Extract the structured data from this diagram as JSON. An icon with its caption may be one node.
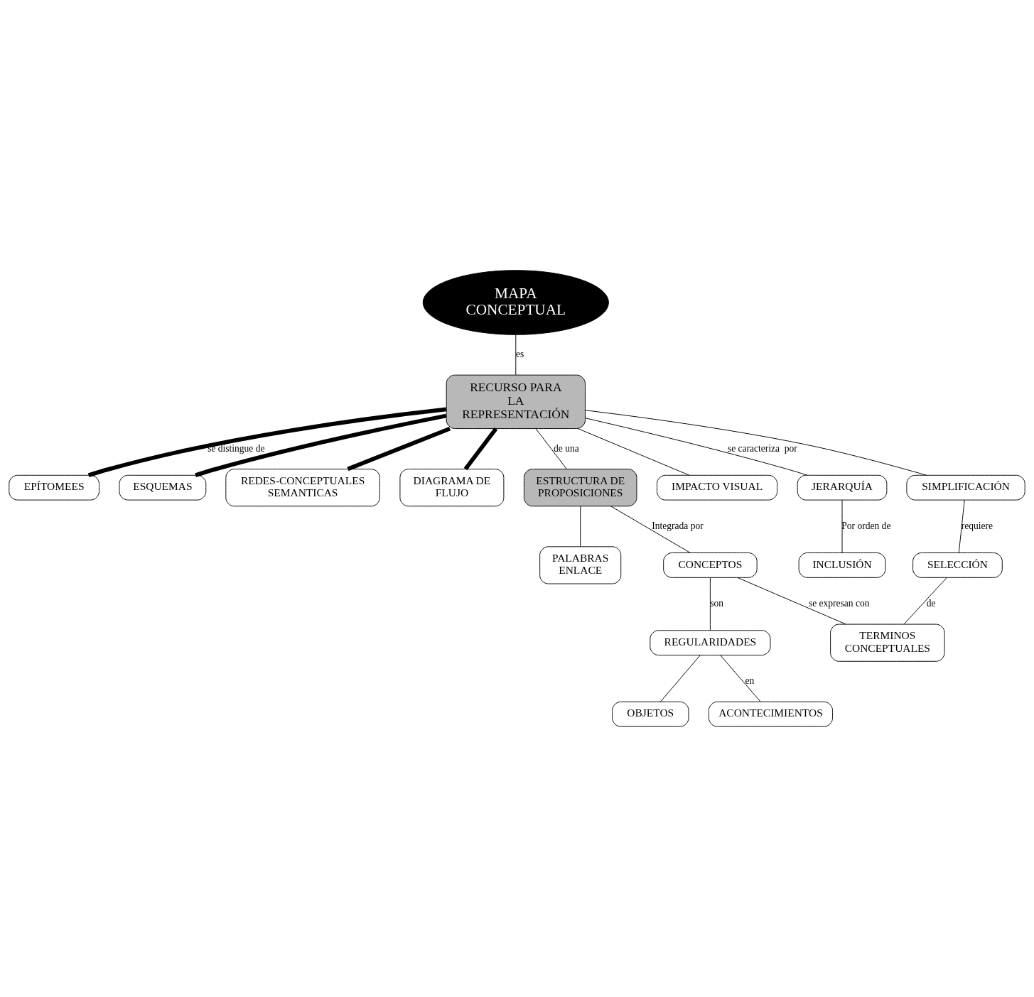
{
  "diagram": {
    "nodes": [
      {
        "text": [
          "MAPA CONCEPTUAL"
        ]
      },
      {
        "text": [
          "RECURSO PARA LA REPRESENTACIÓN"
        ]
      },
      {
        "text": [
          "EPÍTOMEES"
        ]
      },
      {
        "text": [
          "ESQUEMAS"
        ]
      },
      {
        "text": [
          "REDES-CONCEPTUALES SEMANTICAS"
        ]
      },
      {
        "text": [
          "DIAGRAMA DE FLUJO"
        ]
      },
      {
        "text": [
          "ESTRUCTURA DE PROPOSICIONES"
        ]
      },
      {
        "text": [
          "IMPACTO VISUAL"
        ]
      },
      {
        "text": [
          "JERARQUÍA"
        ]
      },
      {
        "text": [
          "SIMPLIFICACIÓN"
        ]
      },
      {
        "text": [
          "INCLUSIÓN"
        ]
      },
      {
        "text": [
          "SELECCIÓN"
        ]
      },
      {
        "text": [
          "PALABRAS ENLACE"
        ]
      },
      {
        "text": [
          "CONCEPTOS"
        ]
      },
      {
        "text": [
          "REGULARIDADES"
        ]
      },
      {
        "text": [
          "TERMINOS CONCEPTUALES"
        ]
      },
      {
        "text": [
          "OBJETOS"
        ]
      },
      {
        "text": [
          "ACONTECIMIENTOS"
        ]
      }
    ],
    "edges": [
      {
        "from": 0,
        "to": 1,
        "arrow": "none",
        "label": "es"
      },
      {
        "from": 1,
        "to": 2,
        "arrow": "none",
        "style": "thick",
        "label": "se distingue de"
      },
      {
        "from": 1,
        "to": 3,
        "arrow": "none",
        "style": "thick"
      },
      {
        "from": 1,
        "to": 4,
        "arrow": "none",
        "style": "thick"
      },
      {
        "from": 1,
        "to": 5,
        "arrow": "none",
        "style": "thick"
      },
      {
        "from": 1,
        "to": 6,
        "arrow": "none",
        "label": "de una"
      },
      {
        "from": 1,
        "to": 7,
        "arrow": "none"
      },
      {
        "from": 1,
        "to": 8,
        "arrow": "none",
        "label": "se caracteriza  por"
      },
      {
        "from": 1,
        "to": 9,
        "arrow": "none"
      },
      {
        "from": 8,
        "to": 10,
        "arrow": "none",
        "label": "Por orden de"
      },
      {
        "from": 9,
        "to": 11,
        "arrow": "none",
        "label": "requiere"
      },
      {
        "from": 6,
        "to": 12,
        "arrow": "none"
      },
      {
        "from": 6,
        "to": 13,
        "arrow": "none",
        "label": "Integrada por"
      },
      {
        "from": 13,
        "to": 14,
        "arrow": "none",
        "label": "son"
      },
      {
        "from": 13,
        "to": 15,
        "arrow": "none",
        "label": "se expresan con"
      },
      {
        "from": 11,
        "to": 15,
        "arrow": "none",
        "label": "de"
      },
      {
        "from": 14,
        "to": 16,
        "arrow": "none"
      },
      {
        "from": 14,
        "to": 17,
        "arrow": "none",
        "label": "en"
      }
    ]
  }
}
